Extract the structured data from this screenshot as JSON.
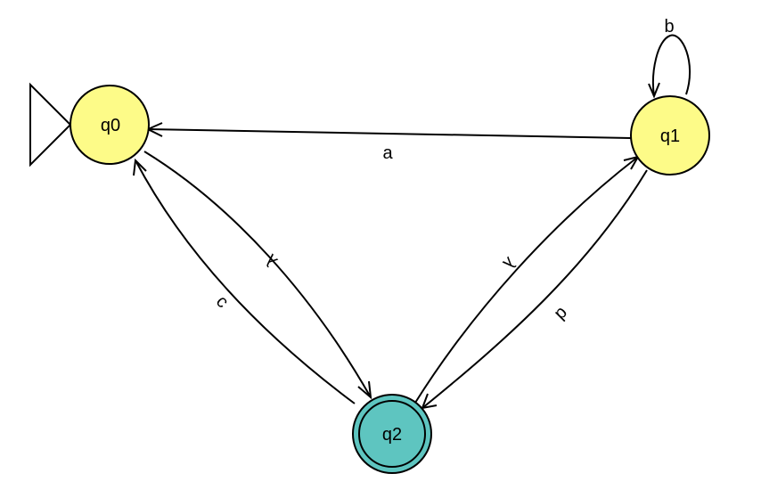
{
  "states": {
    "q0": {
      "label": "q0",
      "initial": true,
      "final": false
    },
    "q1": {
      "label": "q1",
      "initial": false,
      "final": false
    },
    "q2": {
      "label": "q2",
      "initial": false,
      "final": true
    }
  },
  "transitions": [
    {
      "from": "q1",
      "to": "q0",
      "label": "a"
    },
    {
      "from": "q1",
      "to": "q1",
      "label": "b"
    },
    {
      "from": "q2",
      "to": "q0",
      "label": "c"
    },
    {
      "from": "q0",
      "to": "q2",
      "label": "λ"
    },
    {
      "from": "q2",
      "to": "q1",
      "label": "λ"
    },
    {
      "from": "q1",
      "to": "q2",
      "label": "d"
    }
  ],
  "colors": {
    "state_fill": "#fdfb88",
    "final_fill": "#5ec5c0",
    "stroke": "#000000"
  }
}
